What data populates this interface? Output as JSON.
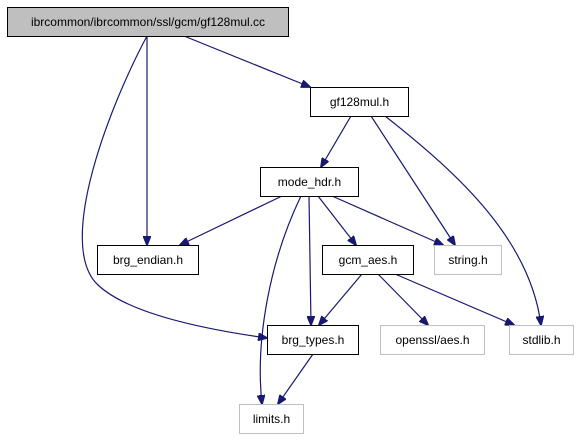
{
  "colors": {
    "edge": "#191970",
    "root_fill": "#bfbfbf",
    "node_border": "#000000",
    "external_border": "#bfbfbf",
    "node_fill": "#ffffff"
  },
  "nodes": [
    {
      "id": "gf128mul_cc",
      "label": "ibrcommon/ibrcommon/ssl/gcm/gf128mul.cc",
      "kind": "root"
    },
    {
      "id": "gf128mul_h",
      "label": "gf128mul.h",
      "kind": "internal"
    },
    {
      "id": "mode_hdr_h",
      "label": "mode_hdr.h",
      "kind": "internal"
    },
    {
      "id": "brg_endian_h",
      "label": "brg_endian.h",
      "kind": "internal"
    },
    {
      "id": "gcm_aes_h",
      "label": "gcm_aes.h",
      "kind": "internal"
    },
    {
      "id": "string_h",
      "label": "string.h",
      "kind": "external"
    },
    {
      "id": "brg_types_h",
      "label": "brg_types.h",
      "kind": "internal"
    },
    {
      "id": "openssl_aes_h",
      "label": "openssl/aes.h",
      "kind": "external"
    },
    {
      "id": "stdlib_h",
      "label": "stdlib.h",
      "kind": "external"
    },
    {
      "id": "limits_h",
      "label": "limits.h",
      "kind": "external"
    }
  ],
  "edges": [
    {
      "from": "gf128mul_cc",
      "to": "gf128mul_h"
    },
    {
      "from": "gf128mul_cc",
      "to": "brg_endian_h"
    },
    {
      "from": "gf128mul_cc",
      "to": "brg_types_h"
    },
    {
      "from": "gf128mul_h",
      "to": "mode_hdr_h"
    },
    {
      "from": "gf128mul_h",
      "to": "string_h"
    },
    {
      "from": "gf128mul_h",
      "to": "stdlib_h"
    },
    {
      "from": "mode_hdr_h",
      "to": "brg_endian_h"
    },
    {
      "from": "mode_hdr_h",
      "to": "gcm_aes_h"
    },
    {
      "from": "mode_hdr_h",
      "to": "string_h"
    },
    {
      "from": "mode_hdr_h",
      "to": "brg_types_h"
    },
    {
      "from": "mode_hdr_h",
      "to": "limits_h"
    },
    {
      "from": "gcm_aes_h",
      "to": "brg_types_h"
    },
    {
      "from": "gcm_aes_h",
      "to": "openssl_aes_h"
    },
    {
      "from": "gcm_aes_h",
      "to": "stdlib_h"
    },
    {
      "from": "brg_types_h",
      "to": "limits_h"
    }
  ]
}
